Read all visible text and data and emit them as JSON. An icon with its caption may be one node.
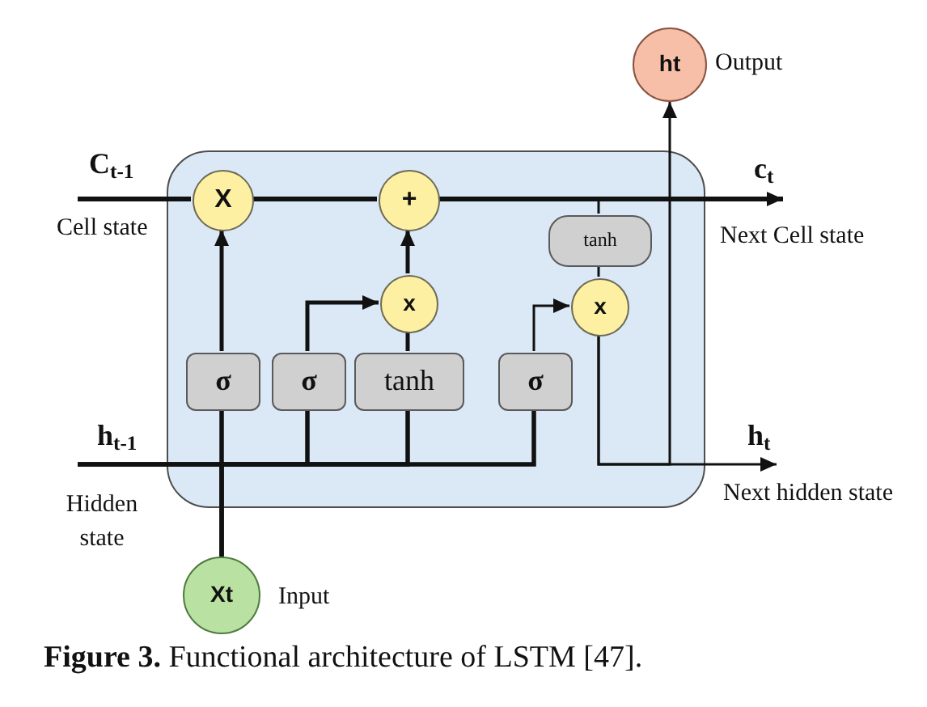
{
  "diagram": {
    "caption": "**Figure 3.** Functional architecture of LSTM [47].",
    "nodes": [
      {
        "text": [
          "ht"
        ],
        "beside": [
          "Output"
        ]
      },
      {
        "text": [
          "C$_{t-1}$"
        ],
        "beside": [
          "Cell state"
        ]
      },
      {
        "text": [
          "c$_{t}$"
        ],
        "beside": [
          "Next Cell state"
        ]
      },
      {
        "text": [],
        "shape": "box"
      },
      {
        "text": [
          "X"
        ],
        "in": 3
      },
      {
        "text": [
          "+"
        ],
        "in": 3
      },
      {
        "text": [
          "tanh"
        ],
        "in": 3
      },
      {
        "text": [
          "x"
        ],
        "in": 3
      },
      {
        "text": [
          "x"
        ],
        "in": 3
      },
      {
        "text": [
          "σ"
        ],
        "in": 3
      },
      {
        "text": [
          "σ"
        ],
        "in": 3
      },
      {
        "text": [
          "tanh"
        ],
        "in": 3
      },
      {
        "text": [
          "σ"
        ],
        "in": 3
      },
      {
        "text": [
          "h$_{t-1}$"
        ],
        "beside": [
          "Hidden state"
        ]
      },
      {
        "text": [
          "h$_{t}$"
        ],
        "beside": [
          "Next hidden state"
        ]
      },
      {
        "text": [
          "Xt"
        ],
        "beside": [
          "Input"
        ]
      }
    ],
    "edges": [
      {
        "from": 1,
        "to": 4,
        "arrow": "none"
      },
      {
        "from": 4,
        "to": 5,
        "arrow": "none"
      },
      {
        "from": 5,
        "to": 2,
        "arrow": "to"
      },
      {
        "from": 5,
        "to": 6,
        "arrow": "none"
      },
      {
        "from": 6,
        "to": 8,
        "arrow": "none"
      },
      {
        "from": 8,
        "to": 0,
        "arrow": "to"
      },
      {
        "from": 8,
        "to": 14,
        "arrow": "to"
      },
      {
        "from": 9,
        "to": 4,
        "arrow": "to"
      },
      {
        "from": 10,
        "to": 7,
        "arrow": "to"
      },
      {
        "from": 11,
        "to": 7,
        "arrow": "none"
      },
      {
        "from": 7,
        "to": 5,
        "arrow": "to"
      },
      {
        "from": 12,
        "to": 8,
        "arrow": "to"
      },
      {
        "from": 13,
        "to": 9,
        "arrow": "none"
      },
      {
        "from": 13,
        "to": 10,
        "arrow": "none"
      },
      {
        "from": 13,
        "to": 11,
        "arrow": "none"
      },
      {
        "from": 13,
        "to": 12,
        "arrow": "none"
      },
      {
        "from": 15,
        "to": 9,
        "arrow": "none"
      },
      {
        "from": 15,
        "to": 10,
        "arrow": "none"
      },
      {
        "from": 15,
        "to": 11,
        "arrow": "none"
      },
      {
        "from": 15,
        "to": 12,
        "arrow": "none"
      }
    ]
  }
}
